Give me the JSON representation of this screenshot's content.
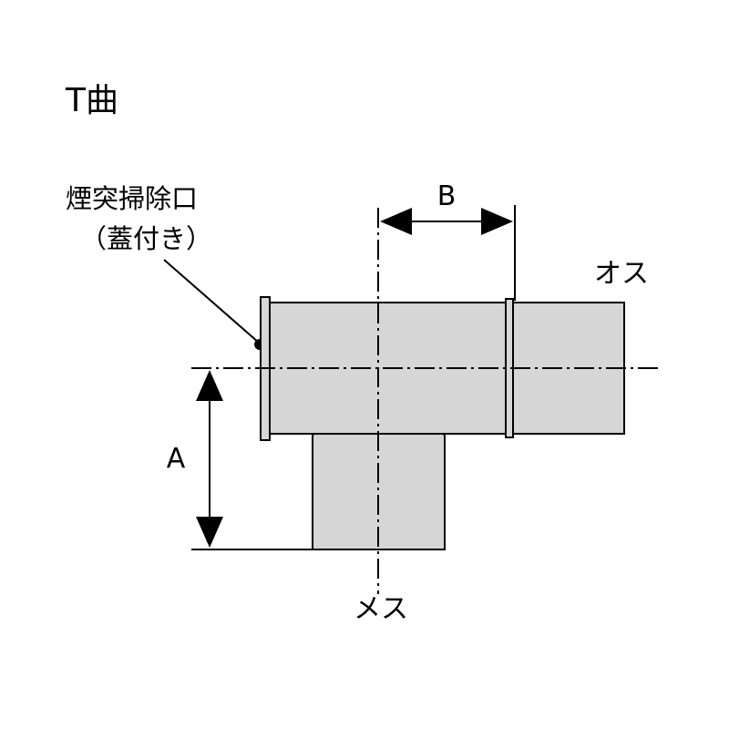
{
  "title": "T曲",
  "labels": {
    "cleanout_line1": "煙突掃除口",
    "cleanout_line2": "（蓋付き）",
    "dim_a": "A",
    "dim_b": "B",
    "male_end": "オス",
    "female_end": "メス"
  },
  "colors": {
    "pipe_fill": "#d6d6d6",
    "line": "#000000",
    "background": "#ffffff"
  }
}
